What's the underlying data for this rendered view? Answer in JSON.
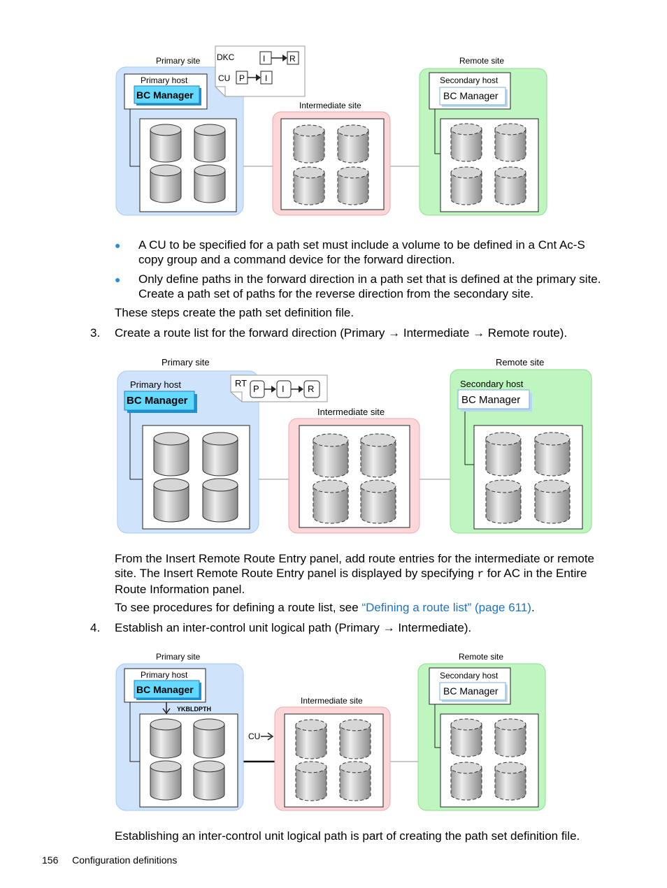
{
  "figures": [
    {
      "primary_site": "Primary site",
      "primary_host": "Primary host",
      "primary_app": "BC Manager",
      "intermediate_site": "Intermediate site",
      "remote_site": "Remote site",
      "secondary_host": "Secondary host",
      "secondary_app": "BC Manager",
      "note_row1_label": "DKC",
      "note_row1_a": "I",
      "note_row1_b": "R",
      "note_row2_label": "CU",
      "note_row2_a": "P",
      "note_row2_b": "I"
    },
    {
      "primary_site": "Primary site",
      "primary_host": "Primary host",
      "primary_app": "BC Manager",
      "intermediate_site": "Intermediate site",
      "remote_site": "Remote site",
      "secondary_host": "Secondary host",
      "secondary_app": "BC Manager",
      "note_label": "RT",
      "note_a": "P",
      "note_b": "I",
      "note_c": "R"
    },
    {
      "primary_site": "Primary site",
      "primary_host": "Primary host",
      "primary_app": "BC Manager",
      "command": "YKBLDPTH",
      "cu_label": "CU",
      "intermediate_site": "Intermediate site",
      "remote_site": "Remote site",
      "secondary_host": "Secondary host",
      "secondary_app": "BC Manager"
    }
  ],
  "bullets": [
    {
      "line1": "A CU to be specified for a path set must include a volume to be defined in a Cnt Ac-S",
      "line2": "copy group and a command device for the forward direction."
    },
    {
      "line1": "Only define paths in the forward direction in a path set that is defined at the primary site.",
      "line2": "Create a path set of paths for the reverse direction from the secondary site."
    }
  ],
  "steps_note": "These steps create the path set definition file.",
  "step3": {
    "num": "3.",
    "text": "Create a route list for the forward direction (Primary → Intermediate → Remote route)."
  },
  "para_route": {
    "line1": "From the Insert Remote Route Entry panel, add route entries for the intermediate or remote",
    "line2_pre": "site. The Insert Remote Route Entry panel is displayed by specifying ",
    "line2_code": "r",
    "line2_post": " for AC in the Entire",
    "line3": "Route Information panel."
  },
  "see_proc": {
    "pre": "To see procedures for defining a route list, see ",
    "link": "“Defining a route list” (page 611)",
    "post": "."
  },
  "step4": {
    "num": "4.",
    "text": "Establish an inter-control unit logical path (Primary → Intermediate)."
  },
  "closing": "Establishing an inter-control unit logical path is part of creating the path set definition file.",
  "footer": {
    "page": "156",
    "section": "Configuration definitions"
  },
  "colors": {
    "primary_fill": "#cfe3fb",
    "intermediate_fill": "#fbd7d9",
    "remote_fill": "#bff5bf",
    "link": "#1a73c8",
    "bullet": "#2a8ad4"
  }
}
